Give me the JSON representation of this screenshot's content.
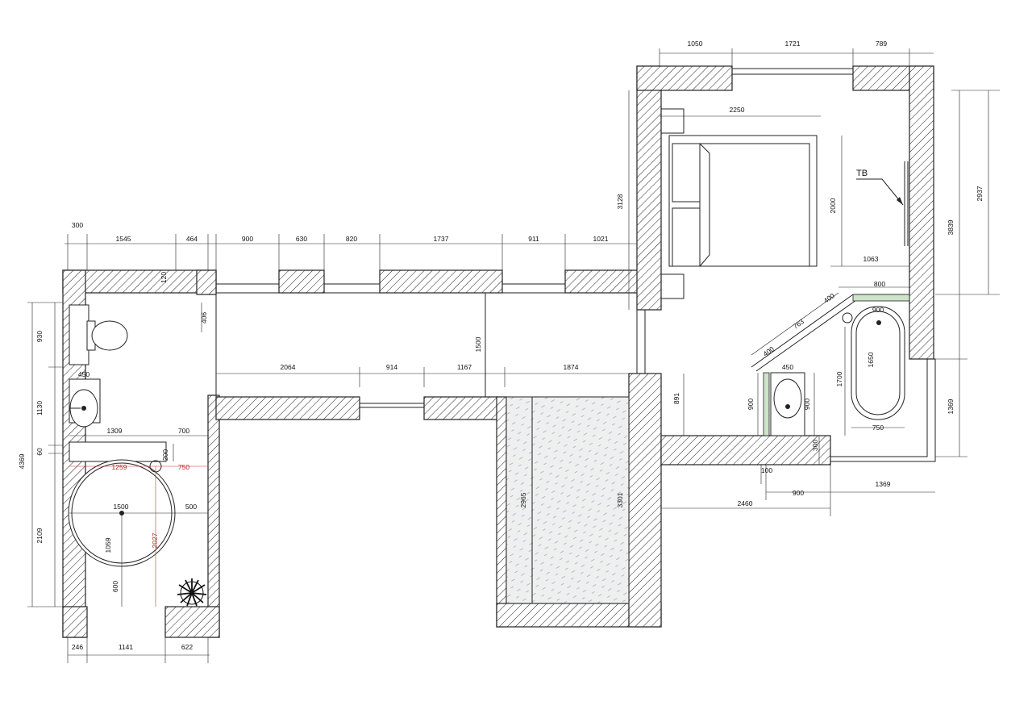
{
  "plan": {
    "top_strip_dims": [
      "300",
      "1545",
      "464",
      "900",
      "630",
      "820",
      "1737",
      "911",
      "1021"
    ],
    "top_right_dims": [
      "1050",
      "1721",
      "789"
    ],
    "bedroom_dims": [
      "2250",
      "2000",
      "1063",
      "3128"
    ],
    "right_side_dims": [
      "2937",
      "3839",
      "1369"
    ],
    "left_side_dims": [
      "930",
      "1130",
      "60",
      "4369",
      "2109"
    ],
    "corridor_dims": [
      "2064",
      "914",
      "1167",
      "1874",
      "1500",
      "406",
      "120"
    ],
    "wc_dims": [
      "450",
      "1309",
      "700",
      "200",
      "500",
      "1500",
      "600",
      "1059"
    ],
    "wc_red_dims": [
      "1259",
      "750",
      "2027"
    ],
    "bottom_left_dims": [
      "246",
      "1141",
      "622"
    ],
    "pool_dims": [
      "2965",
      "3301"
    ],
    "bath_dims": [
      "800",
      "900",
      "1650",
      "750",
      "1700",
      "400",
      "763",
      "400",
      "450",
      "900",
      "900",
      "891",
      "300",
      "100",
      "900",
      "2460",
      "1369"
    ],
    "label_tb": "TB"
  }
}
